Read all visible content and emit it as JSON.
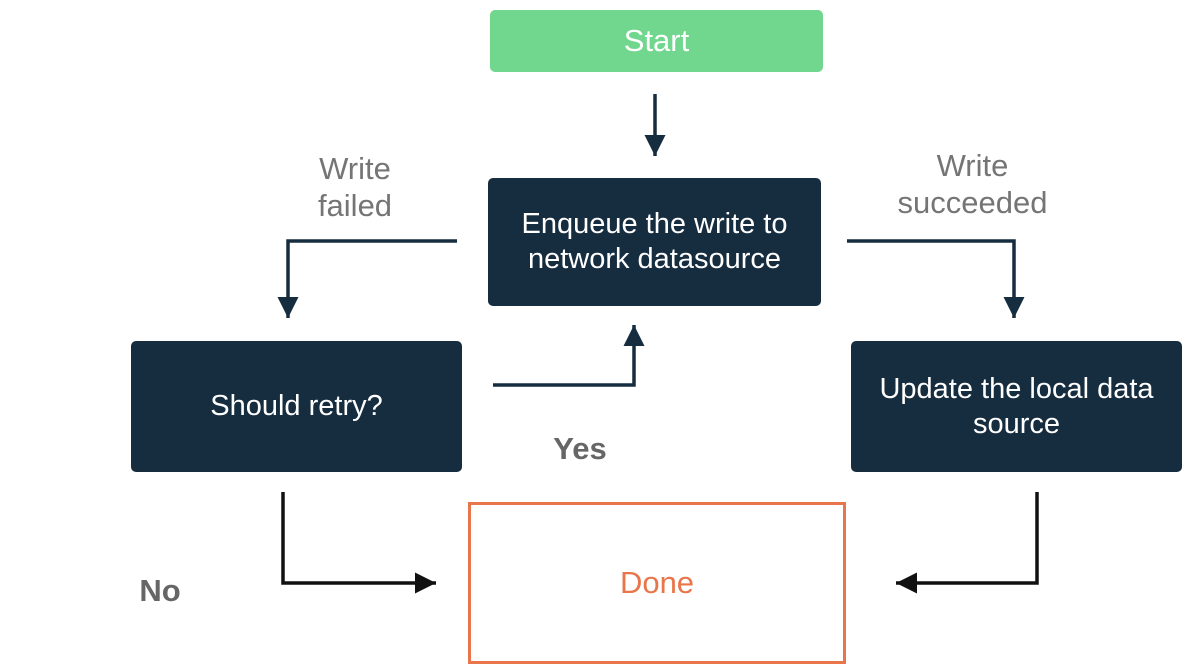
{
  "nodes": {
    "start": "Start",
    "enqueue": [
      "Enqueue the write to",
      "network datasource"
    ],
    "retry": "Should retry?",
    "update": [
      "Update the local data",
      "source"
    ],
    "done": "Done"
  },
  "edges": {
    "write_failed": [
      "Write",
      "failed"
    ],
    "write_succeeded": [
      "Write",
      "succeeded"
    ],
    "yes": "Yes",
    "no": "No"
  },
  "colors": {
    "start_fill": "#72d78e",
    "process_fill": "#162c3f",
    "done_border": "#e8764a",
    "arrow_dark": "#162c3f",
    "arrow_black": "#111111"
  }
}
